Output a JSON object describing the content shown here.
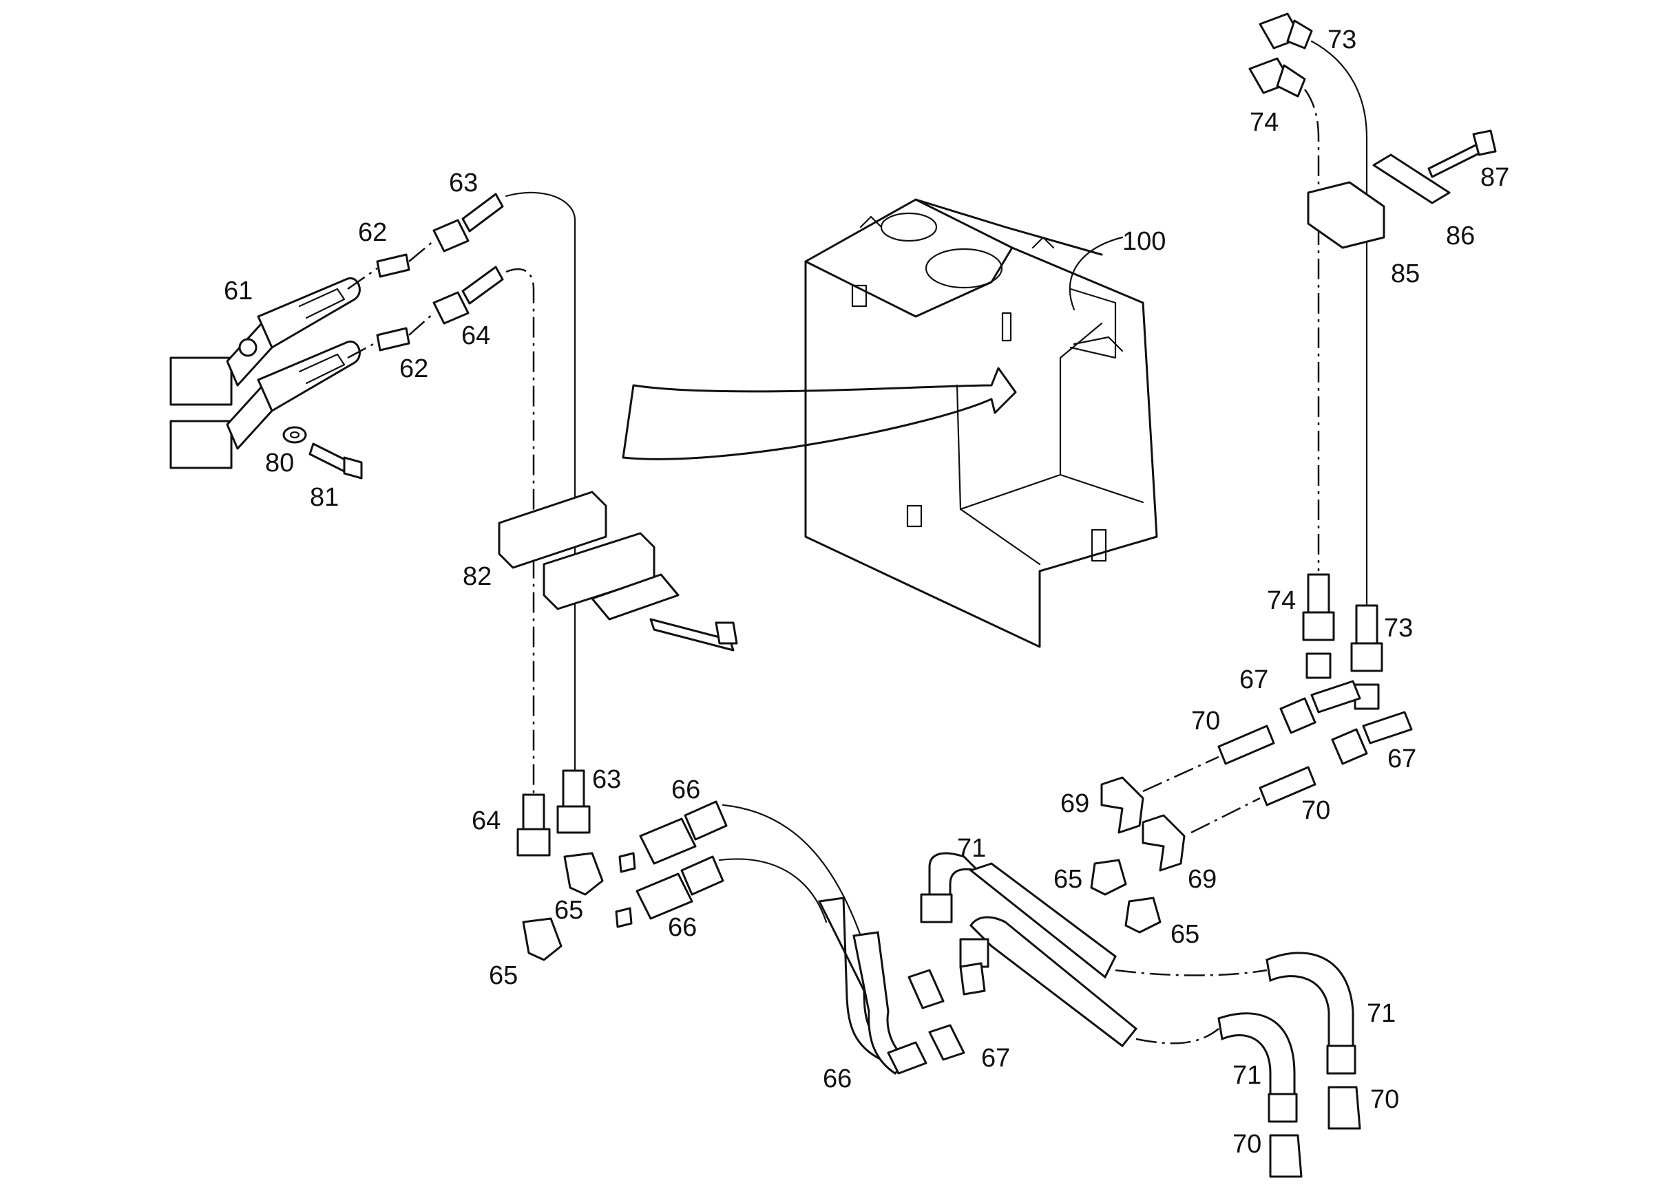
{
  "labels": [
    {
      "text": "61"
    },
    {
      "text": "62"
    },
    {
      "text": "63"
    },
    {
      "text": "62"
    },
    {
      "text": "64"
    },
    {
      "text": "80"
    },
    {
      "text": "81"
    },
    {
      "text": "82"
    },
    {
      "text": "100"
    },
    {
      "text": "73"
    },
    {
      "text": "74"
    },
    {
      "text": "87"
    },
    {
      "text": "86"
    },
    {
      "text": "85"
    },
    {
      "text": "74"
    },
    {
      "text": "73"
    },
    {
      "text": "67"
    },
    {
      "text": "70"
    },
    {
      "text": "67"
    },
    {
      "text": "70"
    },
    {
      "text": "69"
    },
    {
      "text": "69"
    },
    {
      "text": "65"
    },
    {
      "text": "65"
    },
    {
      "text": "71"
    },
    {
      "text": "64"
    },
    {
      "text": "63"
    },
    {
      "text": "66"
    },
    {
      "text": "65"
    },
    {
      "text": "66"
    },
    {
      "text": "65"
    },
    {
      "text": "66"
    },
    {
      "text": "67"
    },
    {
      "text": "71"
    },
    {
      "text": "71"
    },
    {
      "text": "70"
    },
    {
      "text": "70"
    }
  ]
}
